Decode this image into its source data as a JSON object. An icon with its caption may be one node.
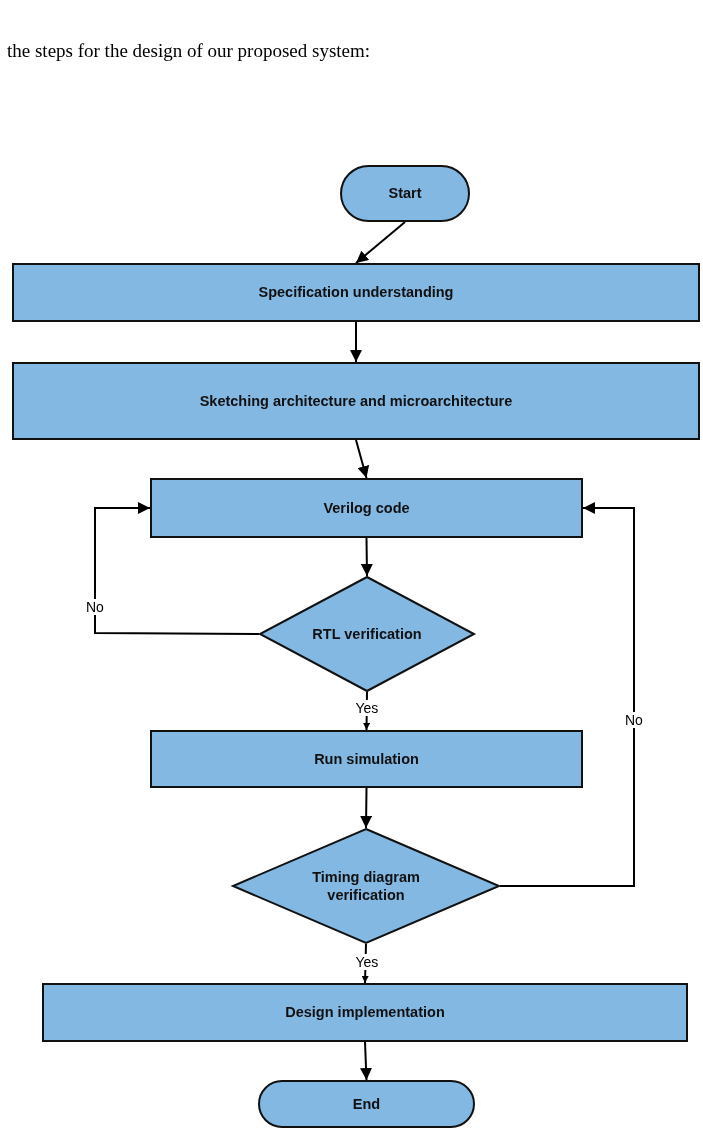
{
  "diagram": {
    "nodes": [
      {
        "text": [
          "Start"
        ]
      },
      {
        "text": [
          "Specification understanding"
        ]
      },
      {
        "text": [
          "Sketching architecture and microarchitecture"
        ]
      },
      {
        "text": [
          "Verilog code"
        ]
      },
      {
        "text": [
          "RTL verification"
        ]
      },
      {
        "text": [
          "Run simulation"
        ]
      },
      {
        "text": [
          "Timing diagram verification"
        ]
      },
      {
        "text": [
          "Design implementation"
        ]
      },
      {
        "text": [
          "End"
        ]
      }
    ],
    "edges": [
      {
        "from": 0,
        "to": 1,
        "arrow": "to"
      },
      {
        "from": 1,
        "to": 2,
        "arrow": "to"
      },
      {
        "from": 2,
        "to": 3,
        "arrow": "to"
      },
      {
        "from": 3,
        "to": 4,
        "arrow": "to"
      },
      {
        "from": 4,
        "to": 3,
        "arrow": "to",
        "label": "No"
      },
      {
        "from": 4,
        "to": 5,
        "arrow": "to",
        "label": "Yes"
      },
      {
        "from": 5,
        "to": 6,
        "arrow": "to"
      },
      {
        "from": 6,
        "to": 3,
        "arrow": "to",
        "label": "No"
      },
      {
        "from": 6,
        "to": 7,
        "arrow": "to",
        "label": "Yes"
      },
      {
        "from": 7,
        "to": 8,
        "arrow": "to"
      }
    ],
    "labels": [
      "the steps for the design of our proposed system:"
    ]
  }
}
